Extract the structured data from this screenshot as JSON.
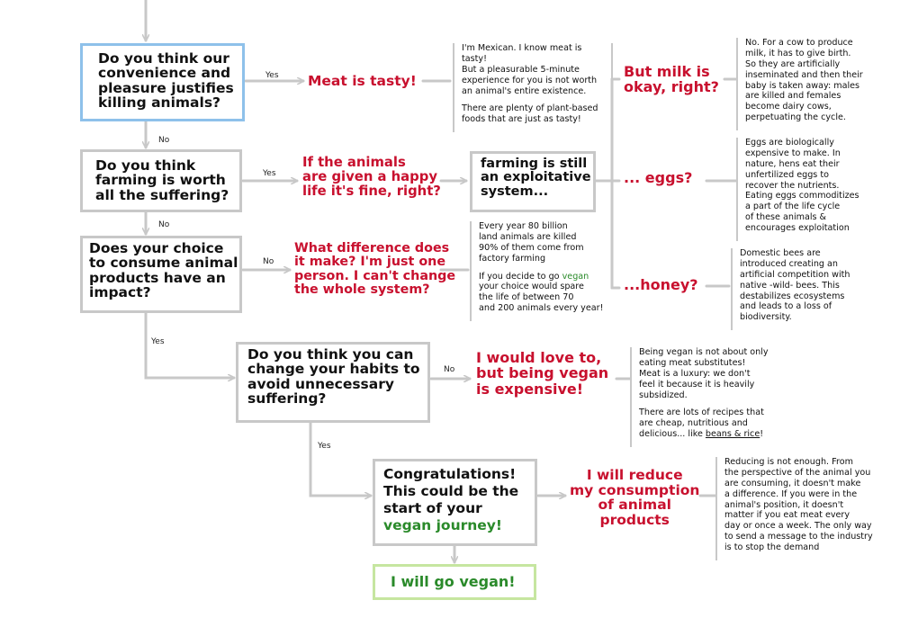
{
  "questions": {
    "q1": "Do you think our\nconvenience and\npleasure justifies\nkilling animals?",
    "q2": "Do you think\nfarming is worth\nall the suffering?",
    "q3": "Does your choice\nto consume animal\nproducts have an\nimpact?",
    "q4": "Do you think you can\nchange your habits to\navoid unnecessary\nsuffering?"
  },
  "end_box": {
    "line1": "Congratulations!",
    "line2": "This could be the",
    "line3": "start of your",
    "line4": "vegan journey!"
  },
  "final": "I will go vegan!",
  "system_box": "farming is still\nan exploitative\nsystem...",
  "labels": {
    "yes": "Yes",
    "no": "No",
    "Yes": "Yes"
  },
  "objections": {
    "tasty": "Meat is tasty!",
    "happy": "If the animals\nare given a happy\nlife it's fine, right?",
    "difference": "What difference does\nit make? I'm just one\nperson. I can't change\nthe whole system?",
    "expensive": "I would love to,\nbut being vegan\nis expensive!",
    "reduce": "I will reduce\nmy consumption\nof animal\nproducts",
    "milk": "But milk is\nokay, right?",
    "eggs": "... eggs?",
    "honey": "...honey?"
  },
  "notes": {
    "tasty_p1": "I'm Mexican. I know meat is tasty!\nBut a pleasurable 5-minute\nexperience for you is not worth\nan animal's entire existence.",
    "tasty_p2": "There are plenty of plant-based\nfoods that are just as tasty!",
    "impact_p1": "Every year 80 billion\nland animals are killed\n90% of them come from\nfactory farming",
    "impact_p2_a": "If you decide to go ",
    "impact_p2_green": "vegan",
    "impact_p2_b": "\nyour choice would spare\nthe life of between 70\nand 200 animals every year!",
    "milk": "No. For a cow to produce\nmilk, it has to give birth.\nSo they are artificially\ninseminated and then their\nbaby is taken away: males\nare killed and females\nbecome dairy cows,\nperpetuating the cycle.",
    "eggs": "Eggs are biologically\nexpensive to make. In\nnature, hens eat their\nunfertilized eggs to\nrecover the nutrients.\nEating eggs commoditizes\na part of the life cycle\nof these animals &\nencourages exploitation",
    "honey": "Domestic bees are\nintroduced creating an\nartificial competition with\nnative -wild- bees. This\ndestabilizes ecosystems\nand leads to a loss of\nbiodiversity.",
    "expensive_p1": "Being vegan is not about only\neating meat substitutes!\nMeat is a luxury: we don't\nfeel it because it is heavily\nsubsidized.",
    "expensive_p2_a": "There are lots of recipes that\nare cheap, nutritious and\ndelicious... like ",
    "expensive_p2_link": "beans & rice",
    "expensive_p2_b": "!",
    "reduce": "Reducing is not enough. From\nthe perspective of the animal you\nare consuming, it doesn't make\na difference. If you were in the\nanimal's position, it doesn't\nmatter if you eat meat every\nday or once a week. The only way\nto send a message to the industry\nis to stop the demand"
  },
  "colors": {
    "connector": "#c8c8c8",
    "red_text": "#c8102e",
    "green_text": "#2a8a2a",
    "start_border": "#8ec1ea",
    "final_border": "#c6e6a0"
  }
}
